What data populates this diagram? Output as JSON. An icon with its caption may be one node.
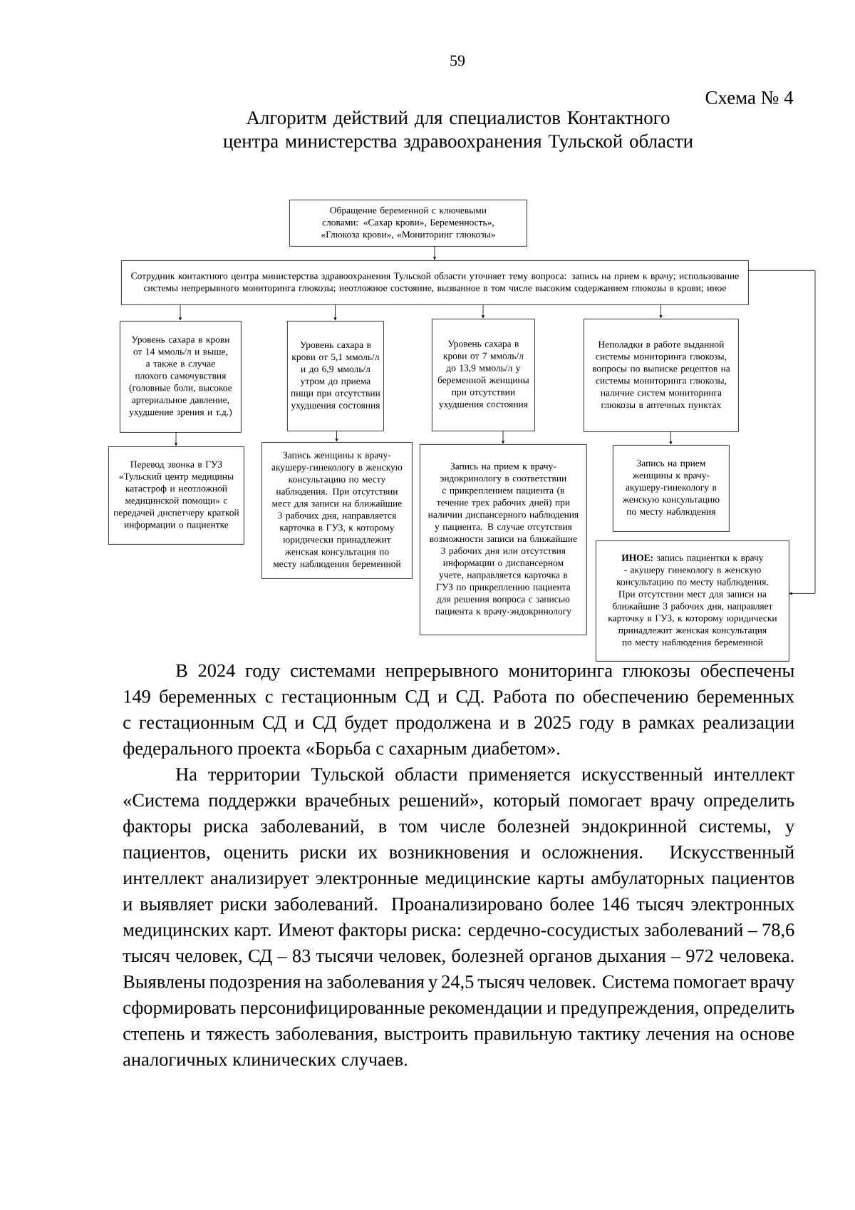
{
  "diagram": {
    "title": "Алгоритм действий для специалистов Контактного центра министерства здравоохранения Тульской области",
    "nodes": [
      {
        "text": [
          "Обращение беременной  с ключевыми словами: «Сахар крови», Беременность», «Глюкоза крови», «Мониторинг глюкозы»"
        ]
      },
      {
        "text": [
          "Сотрудник контактного центра министерства здравоохранения Тульской области уточняет тему вопроса: запись на прием к врачу; использование системы непрерывного мониторинга глюкозы; неотложное состояние, вызванное в том числе высоким содержанием глюкозы в крови; иное"
        ]
      },
      {
        "text": [
          "Уровень сахара в крови от 14 ммоль/л и выше, а также в случае плохого самочувствия (головные боли, высокое артериальное давление, ухудшение зрения и т.д.)"
        ]
      },
      {
        "text": [
          "Уровень сахара в крови от 5,1 ммоль/л и до 6,9 ммоль/л утром до приема пищи при отсутствии ухудшения состояния"
        ]
      },
      {
        "text": [
          "Уровень сахара в крови от 7 ммоль/л до 13,9 ммоль/л у беременной женщины при отсутствии ухудшения состояния"
        ]
      },
      {
        "text": [
          "Неполадки в работе выданной системы мониторинга глюкозы, вопросы по выписке рецептов на системы мониторинга глюкозы, наличие систем мониторинга глюкозы в аптечных пунктах"
        ]
      },
      {
        "text": [
          "Перевод звонка в ГУЗ «Тульский центр медицины катастроф и неотложной медицинской помощи» с передачей диспетчеру краткой информации о пациентке"
        ]
      },
      {
        "text": [
          "Запись женщины к врачу-акушеру-гинекологу в женскую консультацию по месту наблюдения. При отсутствии мест для записи на ближайшие 3 рабочих дня, направляется карточка в ГУЗ, к которому юридически принадлежит женская консультация по месту наблюдения беременной"
        ]
      },
      {
        "text": [
          "Запись на прием к врачу-эндокринологу в соответствии с прикреплением пациента (в течение трех рабочих дней) при наличии диспансерного наблюдения у пациента. В случае отсутствия возможности записи на ближайшие 3 рабочих дня или отсутствия информации о диспансерном учете, направляется карточка в ГУЗ по прикреплению пациента для решения вопроса с записью пациента к врачу-эндокринологу"
        ]
      },
      {
        "text": [
          "Запись на прием женщины к врачу-акушеру-гинекологу в женскую консультацию по месту наблюдения"
        ]
      },
      {
        "text": [
          "**ИНОЕ:** запись пациентки к врачу - акушеру гинекологу в женскую консультацию по месту наблюдения. При отсутствии мест для записи на ближайшие 3 рабочих дня, направляет карточку в ГУЗ, к которому юридически принадлежит женская консультация по месту наблюдения беременной"
        ]
      }
    ],
    "edges": [
      {
        "from": 0,
        "to": 1,
        "arrow": "to"
      },
      {
        "from": 1,
        "to": 2,
        "arrow": "to"
      },
      {
        "from": 1,
        "to": 3,
        "arrow": "to"
      },
      {
        "from": 1,
        "to": 4,
        "arrow": "to"
      },
      {
        "from": 1,
        "to": 5,
        "arrow": "to"
      },
      {
        "from": 2,
        "to": 6,
        "arrow": "to"
      },
      {
        "from": 3,
        "to": 7,
        "arrow": "to"
      },
      {
        "from": 4,
        "to": 8,
        "arrow": "to"
      },
      {
        "from": 5,
        "to": 9,
        "arrow": "to"
      },
      {
        "from": 1,
        "to": 10,
        "arrow": "to"
      }
    ],
    "labels": [
      "59",
      "Схема № 4",
      "В 2024 году системами непрерывного мониторинга глюкозы обеспечены 149 беременных с гестационным СД и СД. Работа по обеспечению беременных с гестационным СД и СД будет продолжена и в 2025 году в рамках реализации федерального проекта «Борьба с сахарным диабетом».",
      "На территории Тульской области применяется искусственный интеллект «Система поддержки врачебных решений», который помогает врачу определить факторы риска заболеваний, в том числе болезней эндокринной системы, у пациентов, оценить риски их возникновения и осложнения. Искусственный интеллект анализирует электронные медицинские карты амбулаторных пациентов и выявляет риски заболеваний. Проанализировано более 146 тысяч электронных медицинских карт. Имеют факторы риска: сердечно-сосудистых заболеваний – 78,6 тысяч человек, СД – 83 тысячи человек, болезней органов дыхания – 972 человека. Выявлены подозрения на заболевания у 24,5 тысяч человек. Система помогает врачу сформировать персонифицированные рекомендации и предупреждения, определить степень и тяжесть заболевания, выстроить правильную тактику лечения на основе аналогичных клинических случаев."
    ]
  }
}
